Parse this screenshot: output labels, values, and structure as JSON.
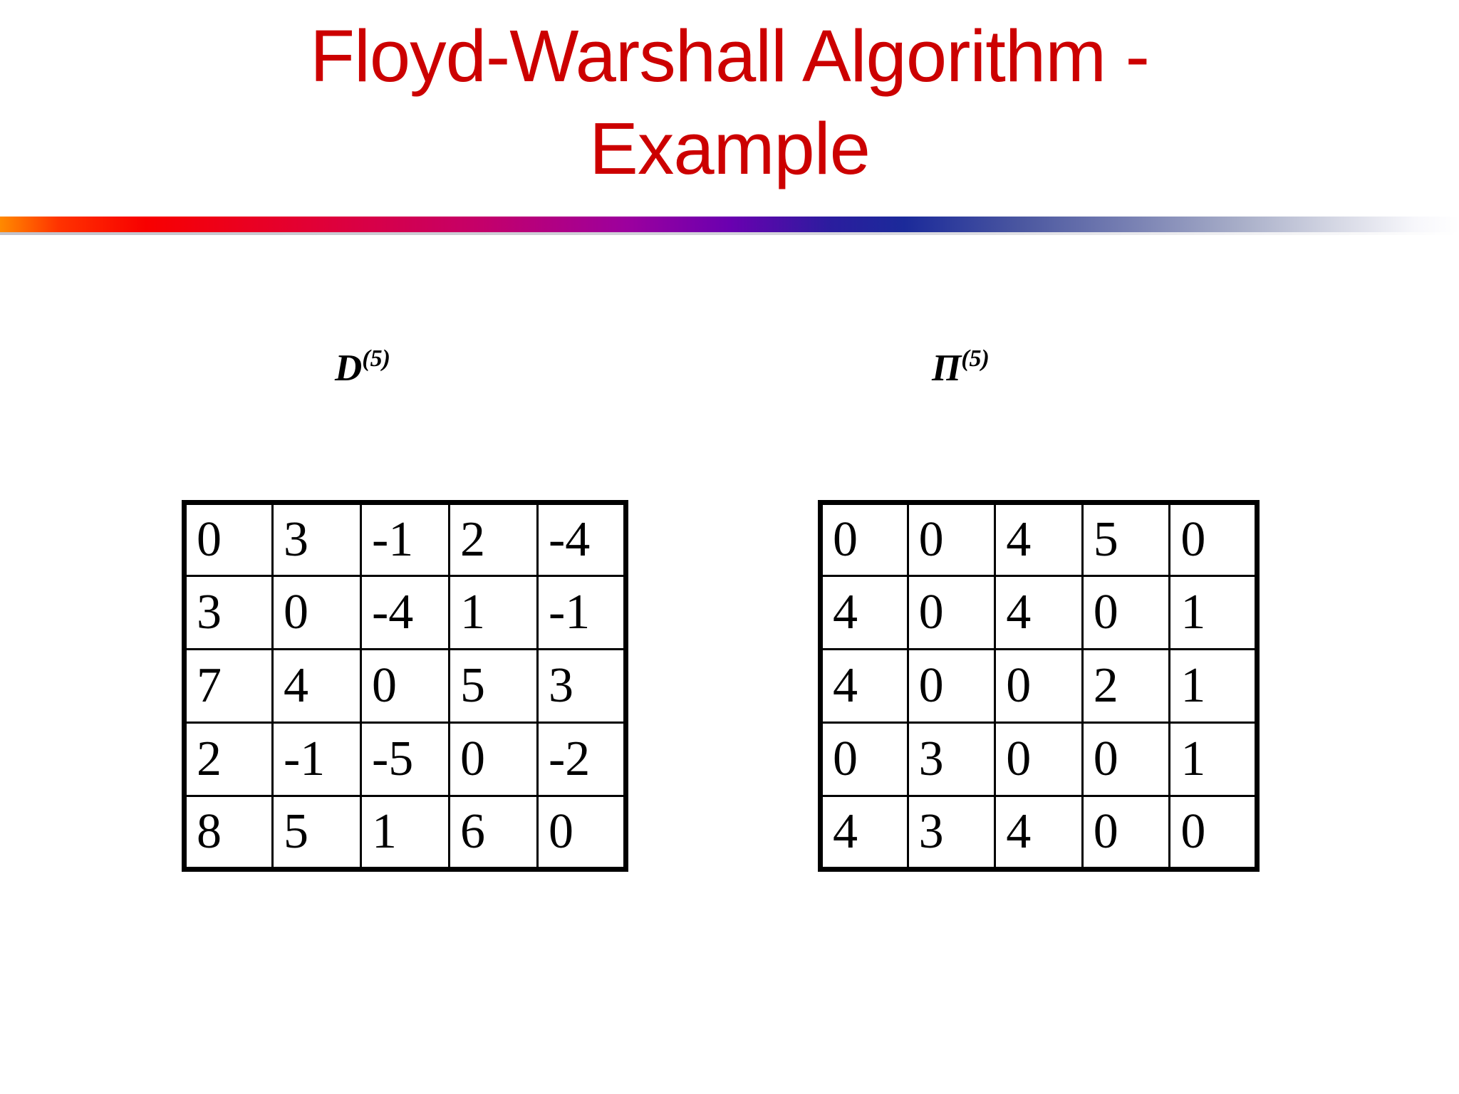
{
  "slide": {
    "title": "Floyd-Warshall Algorithm -\nExample",
    "title_color": "#cc0000",
    "background_color": "#ffffff",
    "rule": {
      "name": "title-divider-gradient-bar",
      "stops": [
        "#ff8a00",
        "#f80000",
        "#c4006a",
        "#9c009e",
        "#6a00b0",
        "#1b2a9a",
        "#7b83b4",
        "#d8dae6",
        "#ffffff"
      ]
    }
  },
  "matrices": [
    {
      "id": "d",
      "label_base": "D",
      "label_superscript": "(5)",
      "rows": [
        [
          "0",
          "3",
          "-1",
          "2",
          "-4"
        ],
        [
          "3",
          "0",
          "-4",
          "1",
          "-1"
        ],
        [
          "7",
          "4",
          "0",
          "5",
          "3"
        ],
        [
          "2",
          "-1",
          "-5",
          "0",
          "-2"
        ],
        [
          "8",
          "5",
          "1",
          "6",
          "0"
        ]
      ]
    },
    {
      "id": "pi",
      "label_base": "Π",
      "label_superscript": "(5)",
      "rows": [
        [
          "0",
          "0",
          "4",
          "5",
          "0"
        ],
        [
          "4",
          "0",
          "4",
          "0",
          "1"
        ],
        [
          "4",
          "0",
          "0",
          "2",
          "1"
        ],
        [
          "0",
          "3",
          "0",
          "0",
          "1"
        ],
        [
          "4",
          "3",
          "4",
          "0",
          "0"
        ]
      ]
    }
  ]
}
